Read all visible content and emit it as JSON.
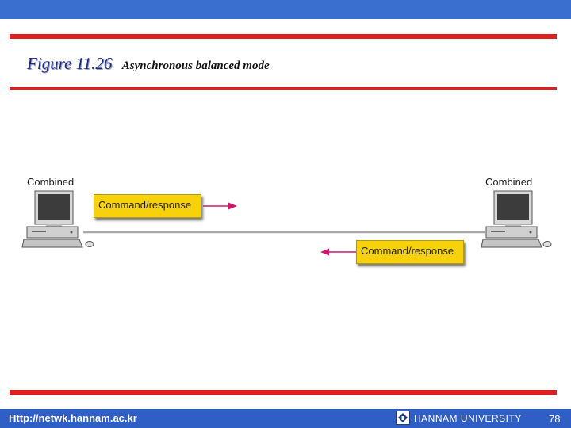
{
  "header": {
    "figure_label": "Figure 11.26",
    "figure_caption": "Asynchronous balanced mode"
  },
  "diagram": {
    "left_station_label": "Combined",
    "right_station_label": "Combined",
    "top_box_label": "Command/response",
    "bottom_box_label": "Command/response"
  },
  "footer": {
    "url": "Http://netwk.hannam.ac.kr",
    "university": "HANNAM  UNIVERSITY",
    "page_number": "78"
  },
  "colors": {
    "top_bar": "#3a6fcf",
    "rule": "#e02020",
    "box_fill": "#f7d10a",
    "arrow": "#d0186a",
    "footer_bar": "#2f5fc4"
  }
}
